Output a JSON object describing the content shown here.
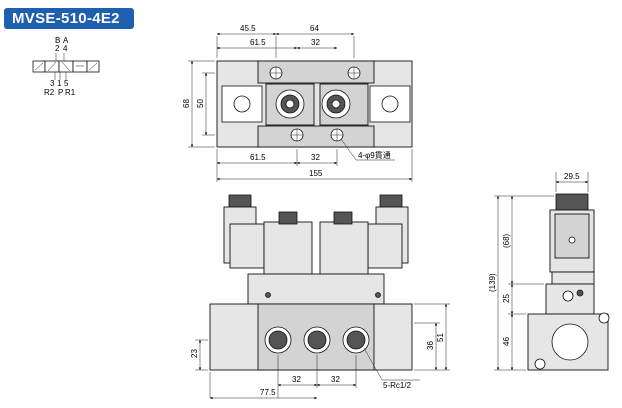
{
  "title": "MVSE-510-4E2",
  "symbol": {
    "top_labels": [
      "B",
      "A",
      "2",
      "4"
    ],
    "bottom_labels": [
      "3",
      "1",
      "5",
      "R2",
      "P",
      "R1"
    ]
  },
  "top_view": {
    "dims": {
      "d45_5": "45.5",
      "d64": "64",
      "d61_5_top": "61.5",
      "d32_top": "32",
      "d68": "68",
      "d50": "50",
      "d61_5_bottom": "61.5",
      "d32_bottom": "32",
      "d155": "155"
    },
    "note": "4-φ9貫通"
  },
  "front_view": {
    "dims": {
      "d23": "23",
      "d36": "36",
      "d51": "51",
      "d32_a": "32",
      "d32_b": "32",
      "d77_5": "77.5"
    },
    "note": "5-Rc1/2"
  },
  "side_view": {
    "dims": {
      "d29_5": "29.5",
      "d68": "(68)",
      "d139": "(139)",
      "d25": "25",
      "d46": "46"
    }
  }
}
